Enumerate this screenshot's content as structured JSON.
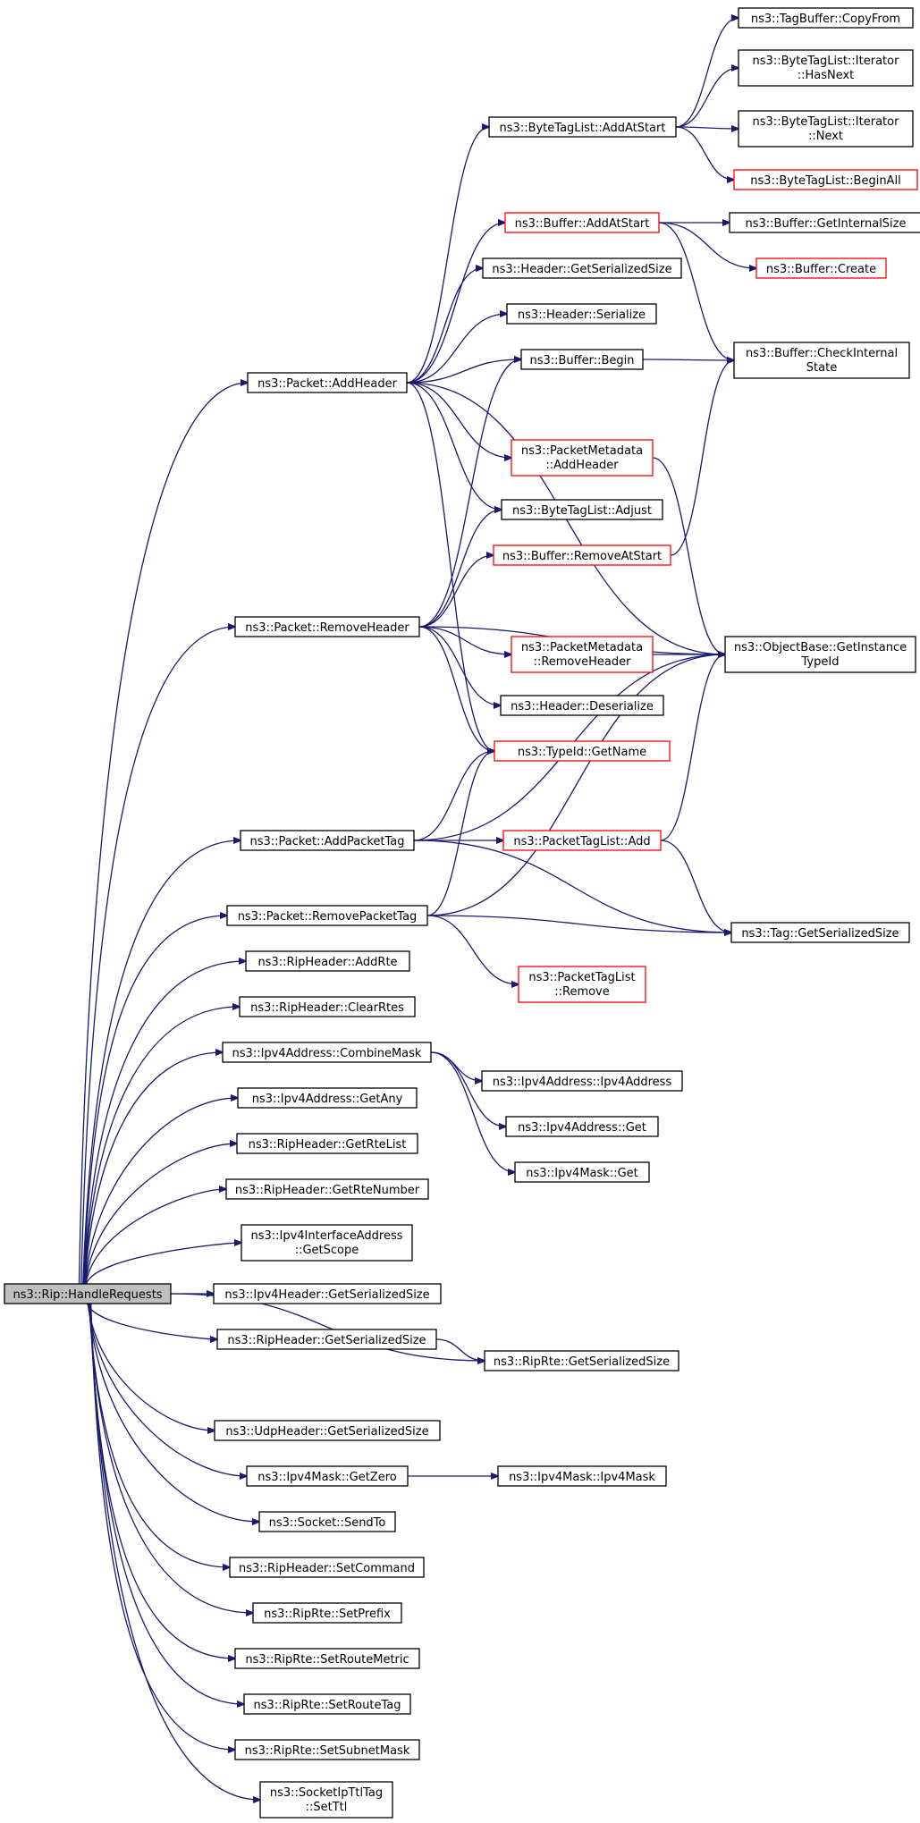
{
  "nodes": {
    "handle_requests": {
      "lines": [
        "ns3::Rip::HandleRequests"
      ],
      "style": "root"
    },
    "packet_addheader": {
      "lines": [
        "ns3::Packet::AddHeader"
      ],
      "style": "normal"
    },
    "packet_removeheader": {
      "lines": [
        "ns3::Packet::RemoveHeader"
      ],
      "style": "normal"
    },
    "packet_addpackettag": {
      "lines": [
        "ns3::Packet::AddPacketTag"
      ],
      "style": "normal"
    },
    "packet_removepackettag": {
      "lines": [
        "ns3::Packet::RemovePacketTag"
      ],
      "style": "normal"
    },
    "ripheader_addrte": {
      "lines": [
        "ns3::RipHeader::AddRte"
      ],
      "style": "normal"
    },
    "ripheader_clearrtes": {
      "lines": [
        "ns3::RipHeader::ClearRtes"
      ],
      "style": "normal"
    },
    "ipv4address_combinemask": {
      "lines": [
        "ns3::Ipv4Address::CombineMask"
      ],
      "style": "normal"
    },
    "ipv4address_getany": {
      "lines": [
        "ns3::Ipv4Address::GetAny"
      ],
      "style": "normal"
    },
    "ripheader_getrtelist": {
      "lines": [
        "ns3::RipHeader::GetRteList"
      ],
      "style": "normal"
    },
    "ripheader_getrtenumber": {
      "lines": [
        "ns3::RipHeader::GetRteNumber"
      ],
      "style": "normal"
    },
    "ipv4interfaceaddress_getscope": {
      "lines": [
        "ns3::Ipv4InterfaceAddress",
        "::GetScope"
      ],
      "style": "normal"
    },
    "ipv4header_getserializedsize": {
      "lines": [
        "ns3::Ipv4Header::GetSerializedSize"
      ],
      "style": "normal"
    },
    "ripheader_getserializedsize": {
      "lines": [
        "ns3::RipHeader::GetSerializedSize"
      ],
      "style": "normal"
    },
    "riprte_getserializedsize": {
      "lines": [
        "ns3::RipRte::GetSerializedSize"
      ],
      "style": "normal"
    },
    "udpheader_getserializedsize": {
      "lines": [
        "ns3::UdpHeader::GetSerializedSize"
      ],
      "style": "normal"
    },
    "ipv4mask_getzero": {
      "lines": [
        "ns3::Ipv4Mask::GetZero"
      ],
      "style": "normal"
    },
    "ipv4mask_ipv4mask": {
      "lines": [
        "ns3::Ipv4Mask::Ipv4Mask"
      ],
      "style": "normal"
    },
    "socket_sendto": {
      "lines": [
        "ns3::Socket::SendTo"
      ],
      "style": "normal"
    },
    "ripheader_setcommand": {
      "lines": [
        "ns3::RipHeader::SetCommand"
      ],
      "style": "normal"
    },
    "riprte_setprefix": {
      "lines": [
        "ns3::RipRte::SetPrefix"
      ],
      "style": "normal"
    },
    "riprte_setroutemetric": {
      "lines": [
        "ns3::RipRte::SetRouteMetric"
      ],
      "style": "normal"
    },
    "riprte_setroutetag": {
      "lines": [
        "ns3::RipRte::SetRouteTag"
      ],
      "style": "normal"
    },
    "riprte_setsubnetmask": {
      "lines": [
        "ns3::RipRte::SetSubnetMask"
      ],
      "style": "normal"
    },
    "socketipttltag_setttl": {
      "lines": [
        "ns3::SocketIpTtlTag",
        "::SetTtl"
      ],
      "style": "normal"
    },
    "bytetaglist_addatstart": {
      "lines": [
        "ns3::ByteTagList::AddAtStart"
      ],
      "style": "normal"
    },
    "buffer_addatstart": {
      "lines": [
        "ns3::Buffer::AddAtStart"
      ],
      "style": "red"
    },
    "header_getserializedsize": {
      "lines": [
        "ns3::Header::GetSerializedSize"
      ],
      "style": "normal"
    },
    "header_serialize": {
      "lines": [
        "ns3::Header::Serialize"
      ],
      "style": "normal"
    },
    "buffer_begin": {
      "lines": [
        "ns3::Buffer::Begin"
      ],
      "style": "normal"
    },
    "packetmetadata_addheader": {
      "lines": [
        "ns3::PacketMetadata",
        "::AddHeader"
      ],
      "style": "red"
    },
    "bytetaglist_adjust": {
      "lines": [
        "ns3::ByteTagList::Adjust"
      ],
      "style": "normal"
    },
    "buffer_removeatstart": {
      "lines": [
        "ns3::Buffer::RemoveAtStart"
      ],
      "style": "red"
    },
    "packetmetadata_removeheader": {
      "lines": [
        "ns3::PacketMetadata",
        "::RemoveHeader"
      ],
      "style": "red"
    },
    "header_deserialize": {
      "lines": [
        "ns3::Header::Deserialize"
      ],
      "style": "normal"
    },
    "typeid_getname": {
      "lines": [
        "ns3::TypeId::GetName"
      ],
      "style": "red"
    },
    "packettaglist_add": {
      "lines": [
        "ns3::PacketTagList::Add"
      ],
      "style": "red"
    },
    "packettaglist_remove": {
      "lines": [
        "ns3::PacketTagList",
        "::Remove"
      ],
      "style": "red"
    },
    "ipv4address_ipv4address": {
      "lines": [
        "ns3::Ipv4Address::Ipv4Address"
      ],
      "style": "normal"
    },
    "ipv4address_get": {
      "lines": [
        "ns3::Ipv4Address::Get"
      ],
      "style": "normal"
    },
    "ipv4mask_get": {
      "lines": [
        "ns3::Ipv4Mask::Get"
      ],
      "style": "normal"
    },
    "tagbuffer_copyfrom": {
      "lines": [
        "ns3::TagBuffer::CopyFrom"
      ],
      "style": "normal"
    },
    "bytetaglist_iterator_hasnext": {
      "lines": [
        "ns3::ByteTagList::Iterator",
        "::HasNext"
      ],
      "style": "normal"
    },
    "bytetaglist_iterator_next": {
      "lines": [
        "ns3::ByteTagList::Iterator",
        "::Next"
      ],
      "style": "normal"
    },
    "bytetaglist_beginall": {
      "lines": [
        "ns3::ByteTagList::BeginAll"
      ],
      "style": "red"
    },
    "buffer_getinternalsize": {
      "lines": [
        "ns3::Buffer::GetInternalSize"
      ],
      "style": "normal"
    },
    "buffer_create": {
      "lines": [
        "ns3::Buffer::Create"
      ],
      "style": "red"
    },
    "buffer_checkinternalstate": {
      "lines": [
        "ns3::Buffer::CheckInternal",
        "State"
      ],
      "style": "normal"
    },
    "objectbase_getinstancetypeid": {
      "lines": [
        "ns3::ObjectBase::GetInstance",
        "TypeId"
      ],
      "style": "normal"
    },
    "tag_getserializedsize": {
      "lines": [
        "ns3::Tag::GetSerializedSize"
      ],
      "style": "normal"
    }
  },
  "edges": [
    [
      "handle_requests",
      "packet_addheader"
    ],
    [
      "handle_requests",
      "packet_removeheader"
    ],
    [
      "handle_requests",
      "packet_addpackettag"
    ],
    [
      "handle_requests",
      "packet_removepackettag"
    ],
    [
      "handle_requests",
      "ripheader_addrte"
    ],
    [
      "handle_requests",
      "ripheader_clearrtes"
    ],
    [
      "handle_requests",
      "ipv4address_combinemask"
    ],
    [
      "handle_requests",
      "ipv4address_getany"
    ],
    [
      "handle_requests",
      "ripheader_getrtelist"
    ],
    [
      "handle_requests",
      "ripheader_getrtenumber"
    ],
    [
      "handle_requests",
      "ipv4interfaceaddress_getscope"
    ],
    [
      "handle_requests",
      "ipv4header_getserializedsize"
    ],
    [
      "handle_requests",
      "ripheader_getserializedsize"
    ],
    [
      "handle_requests",
      "riprte_getserializedsize"
    ],
    [
      "handle_requests",
      "udpheader_getserializedsize"
    ],
    [
      "handle_requests",
      "ipv4mask_getzero"
    ],
    [
      "handle_requests",
      "socket_sendto"
    ],
    [
      "handle_requests",
      "ripheader_setcommand"
    ],
    [
      "handle_requests",
      "riprte_setprefix"
    ],
    [
      "handle_requests",
      "riprte_setroutemetric"
    ],
    [
      "handle_requests",
      "riprte_setroutetag"
    ],
    [
      "handle_requests",
      "riprte_setsubnetmask"
    ],
    [
      "handle_requests",
      "socketipttltag_setttl"
    ],
    [
      "packet_addheader",
      "bytetaglist_addatstart"
    ],
    [
      "packet_addheader",
      "buffer_addatstart"
    ],
    [
      "packet_addheader",
      "header_getserializedsize"
    ],
    [
      "packet_addheader",
      "header_serialize"
    ],
    [
      "packet_addheader",
      "buffer_begin"
    ],
    [
      "packet_addheader",
      "packetmetadata_addheader"
    ],
    [
      "packet_addheader",
      "bytetaglist_adjust"
    ],
    [
      "packet_addheader",
      "objectbase_getinstancetypeid"
    ],
    [
      "packet_addheader",
      "typeid_getname"
    ],
    [
      "packet_removeheader",
      "buffer_begin"
    ],
    [
      "packet_removeheader",
      "bytetaglist_adjust"
    ],
    [
      "packet_removeheader",
      "buffer_removeatstart"
    ],
    [
      "packet_removeheader",
      "objectbase_getinstancetypeid"
    ],
    [
      "packet_removeheader",
      "packetmetadata_removeheader"
    ],
    [
      "packet_removeheader",
      "header_deserialize"
    ],
    [
      "packet_removeheader",
      "typeid_getname"
    ],
    [
      "packet_addpackettag",
      "typeid_getname"
    ],
    [
      "packet_addpackettag",
      "objectbase_getinstancetypeid"
    ],
    [
      "packet_addpackettag",
      "packettaglist_add"
    ],
    [
      "packet_addpackettag",
      "tag_getserializedsize"
    ],
    [
      "packet_removepackettag",
      "typeid_getname"
    ],
    [
      "packet_removepackettag",
      "objectbase_getinstancetypeid"
    ],
    [
      "packet_removepackettag",
      "packettaglist_remove"
    ],
    [
      "packet_removepackettag",
      "tag_getserializedsize"
    ],
    [
      "ipv4address_combinemask",
      "ipv4address_ipv4address"
    ],
    [
      "ipv4address_combinemask",
      "ipv4address_get"
    ],
    [
      "ipv4address_combinemask",
      "ipv4mask_get"
    ],
    [
      "ripheader_getserializedsize",
      "riprte_getserializedsize"
    ],
    [
      "ipv4mask_getzero",
      "ipv4mask_ipv4mask"
    ],
    [
      "bytetaglist_addatstart",
      "tagbuffer_copyfrom"
    ],
    [
      "bytetaglist_addatstart",
      "bytetaglist_iterator_hasnext"
    ],
    [
      "bytetaglist_addatstart",
      "bytetaglist_iterator_next"
    ],
    [
      "bytetaglist_addatstart",
      "bytetaglist_beginall"
    ],
    [
      "buffer_addatstart",
      "buffer_getinternalsize"
    ],
    [
      "buffer_addatstart",
      "buffer_create"
    ],
    [
      "buffer_addatstart",
      "buffer_checkinternalstate"
    ],
    [
      "buffer_begin",
      "buffer_checkinternalstate"
    ],
    [
      "buffer_removeatstart",
      "buffer_checkinternalstate"
    ],
    [
      "packetmetadata_addheader",
      "objectbase_getinstancetypeid"
    ],
    [
      "packetmetadata_removeheader",
      "objectbase_getinstancetypeid"
    ],
    [
      "packettaglist_add",
      "objectbase_getinstancetypeid"
    ],
    [
      "packettaglist_add",
      "tag_getserializedsize"
    ]
  ],
  "colors": {
    "edge": "#191970",
    "node_border": "#000000",
    "link_border_red": "#ff0000",
    "root_fill": "#bfbfbf",
    "node_fill": "#ffffff"
  }
}
